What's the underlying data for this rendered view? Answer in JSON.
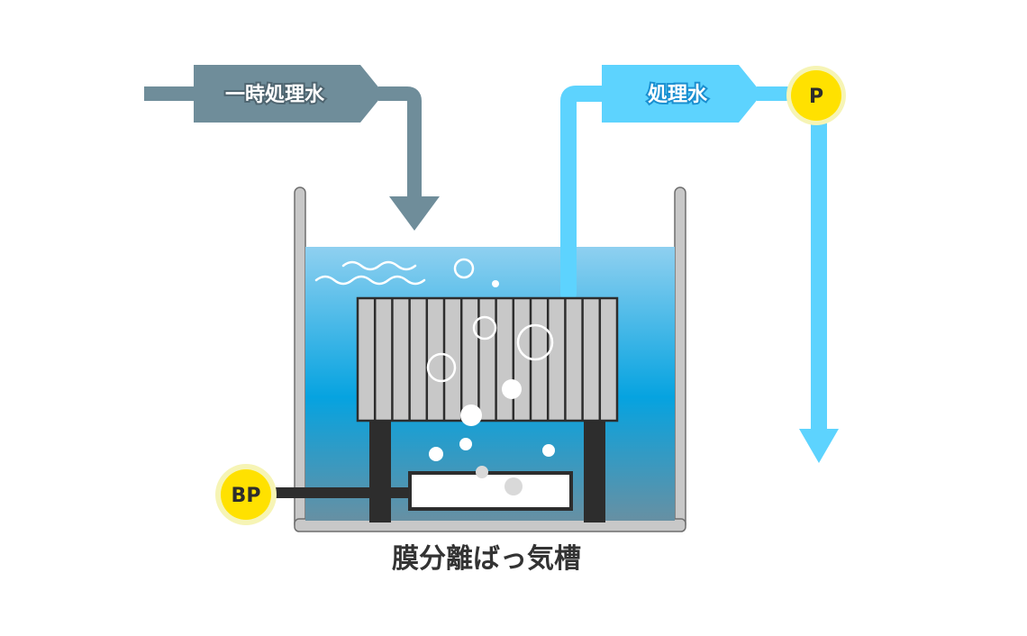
{
  "diagram": {
    "title": "膜分離ばっ気槽",
    "inflow": {
      "label": "一時処理水",
      "color": "#6f8d9a"
    },
    "outflow": {
      "label": "処理水",
      "color": "#5dd3fe"
    },
    "pumps": [
      {
        "id": "P",
        "label": "P",
        "role": "treated-water-pump"
      },
      {
        "id": "BP",
        "label": "BP",
        "role": "blower-pump"
      }
    ],
    "colors": {
      "pump_fill": "#ffe100",
      "pump_halo": "#f6f4b5",
      "tank_wall": "#c8c8c8",
      "membrane": "#c8c8c8",
      "membrane_outline": "#2d2d2d",
      "water_top": "#8fd0f0",
      "water_mid": "#06a3e0",
      "water_bottom": "#6790a3"
    },
    "components": [
      "tank",
      "membrane-module",
      "support-legs",
      "air-diffuser",
      "bubbles",
      "water-waves"
    ]
  }
}
